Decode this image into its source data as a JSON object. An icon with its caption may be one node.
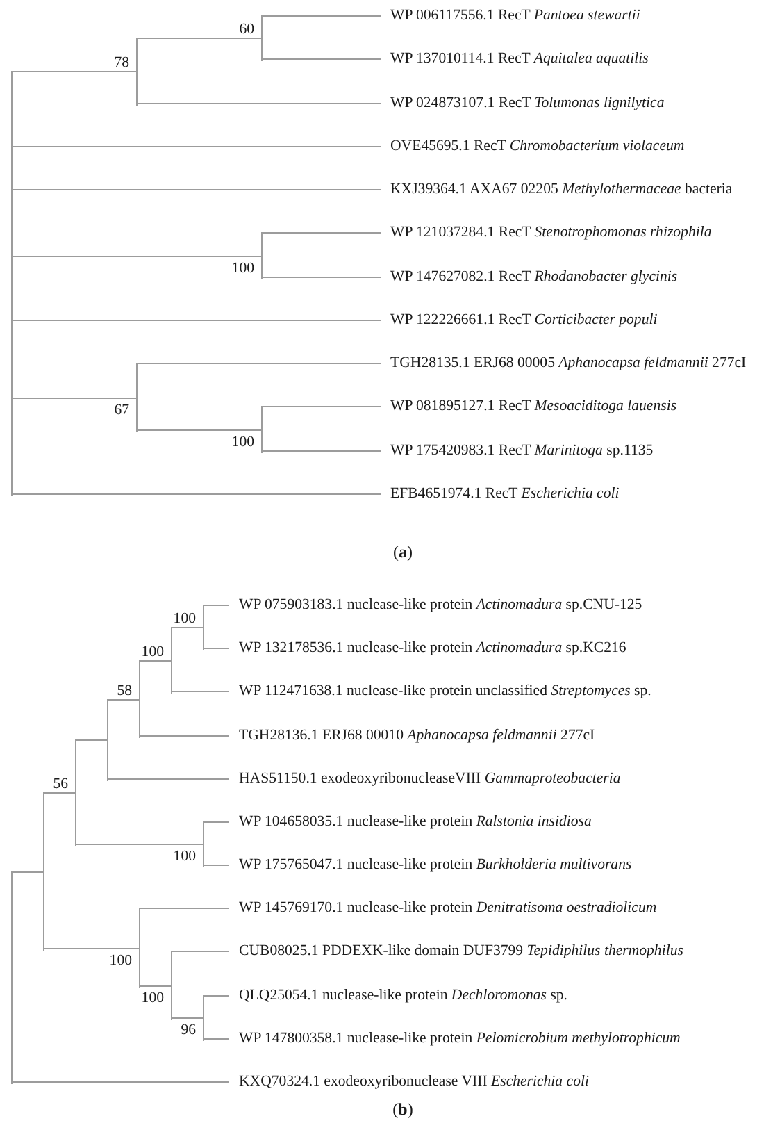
{
  "diagram": {
    "nodes": [
      {
        "text": [],
        "shape": "bar"
      },
      {
        "text": [],
        "shape": "bar",
        "beside": [
          "78"
        ]
      },
      {
        "text": [],
        "shape": "bar",
        "beside": [
          "60"
        ]
      },
      {
        "text": [
          "WP 006117556.1 RecT *Pantoea stewartii*"
        ]
      },
      {
        "text": [
          "WP 137010114.1 RecT *Aquitalea aquatilis*"
        ]
      },
      {
        "text": [
          "WP 024873107.1 RecT *Tolumonas lignilytica*"
        ]
      },
      {
        "text": [
          "OVE45695.1 RecT *Chromobacterium violaceum*"
        ]
      },
      {
        "text": [
          "KXJ39364.1 AXA67 02205 *Methylothermaceae* bacteria"
        ]
      },
      {
        "text": [],
        "shape": "bar",
        "beside": [
          "100"
        ]
      },
      {
        "text": [
          "WP 121037284.1 RecT *Stenotrophomonas rhizophila*"
        ]
      },
      {
        "text": [
          "WP 147627082.1 RecT *Rhodanobacter glycinis*"
        ]
      },
      {
        "text": [
          "WP 122226661.1 RecT *Corticibacter populi*"
        ]
      },
      {
        "text": [],
        "shape": "bar",
        "beside": [
          "67"
        ]
      },
      {
        "text": [
          "TGH28135.1 ERJ68 00005 *Aphanocapsa feldmannii* 277cI"
        ]
      },
      {
        "text": [],
        "shape": "bar",
        "beside": [
          "100"
        ]
      },
      {
        "text": [
          "WP 081895127.1 RecT *Mesoaciditoga lauensis*"
        ]
      },
      {
        "text": [
          "WP 175420983.1 RecT *Marinitoga* sp.1135"
        ]
      },
      {
        "text": [
          "EFB4651974.1 RecT *Escherichia coli*"
        ]
      },
      {
        "text": [],
        "shape": "bar"
      },
      {
        "text": [],
        "shape": "bar"
      },
      {
        "text": [],
        "shape": "bar",
        "beside": [
          "56"
        ]
      },
      {
        "text": [],
        "shape": "bar"
      },
      {
        "text": [],
        "shape": "bar",
        "beside": [
          "58"
        ]
      },
      {
        "text": [],
        "shape": "bar",
        "beside": [
          "100"
        ]
      },
      {
        "text": [],
        "shape": "bar",
        "beside": [
          "100"
        ]
      },
      {
        "text": [
          "WP 075903183.1 nuclease-like protein *Actinomadura* sp.CNU-125"
        ]
      },
      {
        "text": [
          "WP 132178536.1 nuclease-like protein *Actinomadura* sp.KC216"
        ]
      },
      {
        "text": [
          "WP 112471638.1 nuclease-like protein unclassified *Streptomyces* sp."
        ]
      },
      {
        "text": [
          "TGH28136.1 ERJ68 00010 *Aphanocapsa feldmannii* 277cI"
        ]
      },
      {
        "text": [
          "HAS51150.1 exodeoxyribonucleaseVIII *Gammaproteobacteria*"
        ]
      },
      {
        "text": [],
        "shape": "bar",
        "beside": [
          "100"
        ]
      },
      {
        "text": [
          "WP 104658035.1 nuclease-like protein *Ralstonia insidiosa*"
        ]
      },
      {
        "text": [
          "WP 175765047.1 nuclease-like protein *Burkholderia multivorans*"
        ]
      },
      {
        "text": [],
        "shape": "bar",
        "beside": [
          "100"
        ]
      },
      {
        "text": [
          "WP 145769170.1 nuclease-like protein *Denitratisoma oestradiolicum*"
        ]
      },
      {
        "text": [],
        "shape": "bar",
        "beside": [
          "100"
        ]
      },
      {
        "text": [
          "CUB08025.1 PDDEXK-like domain DUF3799 *Tepidiphilus thermophilus*"
        ]
      },
      {
        "text": [],
        "shape": "bar",
        "beside": [
          "96"
        ]
      },
      {
        "text": [
          "QLQ25054.1 nuclease-like protein *Dechloromonas* sp."
        ]
      },
      {
        "text": [
          "WP 147800358.1 nuclease-like protein *Pelomicrobium methylotrophicum*"
        ]
      },
      {
        "text": [
          "KXQ70324.1 exodeoxyribonuclease VIII *Escherichia coli*"
        ]
      }
    ],
    "edges": [
      {
        "from": 0,
        "to": 1,
        "arrow": "none"
      },
      {
        "from": 0,
        "to": 6,
        "arrow": "none"
      },
      {
        "from": 0,
        "to": 7,
        "arrow": "none"
      },
      {
        "from": 0,
        "to": 8,
        "arrow": "none"
      },
      {
        "from": 0,
        "to": 11,
        "arrow": "none"
      },
      {
        "from": 0,
        "to": 12,
        "arrow": "none"
      },
      {
        "from": 0,
        "to": 17,
        "arrow": "none"
      },
      {
        "from": 1,
        "to": 2,
        "arrow": "none"
      },
      {
        "from": 1,
        "to": 5,
        "arrow": "none"
      },
      {
        "from": 2,
        "to": 3,
        "arrow": "none"
      },
      {
        "from": 2,
        "to": 4,
        "arrow": "none"
      },
      {
        "from": 8,
        "to": 9,
        "arrow": "none"
      },
      {
        "from": 8,
        "to": 10,
        "arrow": "none"
      },
      {
        "from": 12,
        "to": 13,
        "arrow": "none"
      },
      {
        "from": 12,
        "to": 14,
        "arrow": "none"
      },
      {
        "from": 14,
        "to": 15,
        "arrow": "none"
      },
      {
        "from": 14,
        "to": 16,
        "arrow": "none"
      },
      {
        "from": 18,
        "to": 19,
        "arrow": "none"
      },
      {
        "from": 18,
        "to": 40,
        "arrow": "none"
      },
      {
        "from": 19,
        "to": 20,
        "arrow": "none"
      },
      {
        "from": 19,
        "to": 33,
        "arrow": "none"
      },
      {
        "from": 20,
        "to": 21,
        "arrow": "none"
      },
      {
        "from": 20,
        "to": 30,
        "arrow": "none"
      },
      {
        "from": 21,
        "to": 22,
        "arrow": "none"
      },
      {
        "from": 21,
        "to": 29,
        "arrow": "none"
      },
      {
        "from": 22,
        "to": 23,
        "arrow": "none"
      },
      {
        "from": 22,
        "to": 28,
        "arrow": "none"
      },
      {
        "from": 23,
        "to": 24,
        "arrow": "none"
      },
      {
        "from": 23,
        "to": 27,
        "arrow": "none"
      },
      {
        "from": 24,
        "to": 25,
        "arrow": "none"
      },
      {
        "from": 24,
        "to": 26,
        "arrow": "none"
      },
      {
        "from": 30,
        "to": 31,
        "arrow": "none"
      },
      {
        "from": 30,
        "to": 32,
        "arrow": "none"
      },
      {
        "from": 33,
        "to": 34,
        "arrow": "none"
      },
      {
        "from": 33,
        "to": 35,
        "arrow": "none"
      },
      {
        "from": 35,
        "to": 36,
        "arrow": "none"
      },
      {
        "from": 35,
        "to": 37,
        "arrow": "none"
      },
      {
        "from": 37,
        "to": 38,
        "arrow": "none"
      },
      {
        "from": 37,
        "to": 39,
        "arrow": "none"
      }
    ],
    "labels": [
      "(**a**)",
      "(**b**)"
    ]
  }
}
